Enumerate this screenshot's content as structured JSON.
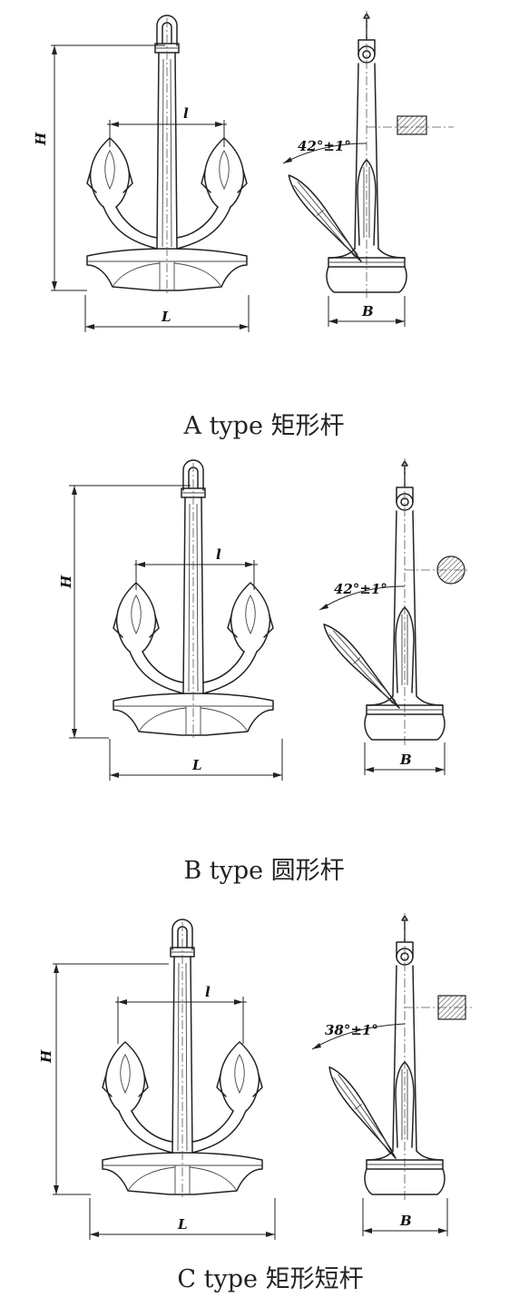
{
  "labels": {
    "height": "H",
    "length": "L",
    "fluke_spacing": "l",
    "breadth": "B"
  },
  "types": [
    {
      "caption": "A type 矩形杆",
      "angle": "42°±1°",
      "shank_section": "rectangle"
    },
    {
      "caption": "B type 圆形杆",
      "angle": "42°±1°",
      "shank_section": "circle"
    },
    {
      "caption": "C type 矩形短杆",
      "angle": "38°±1°",
      "shank_section": "rectangle"
    }
  ]
}
